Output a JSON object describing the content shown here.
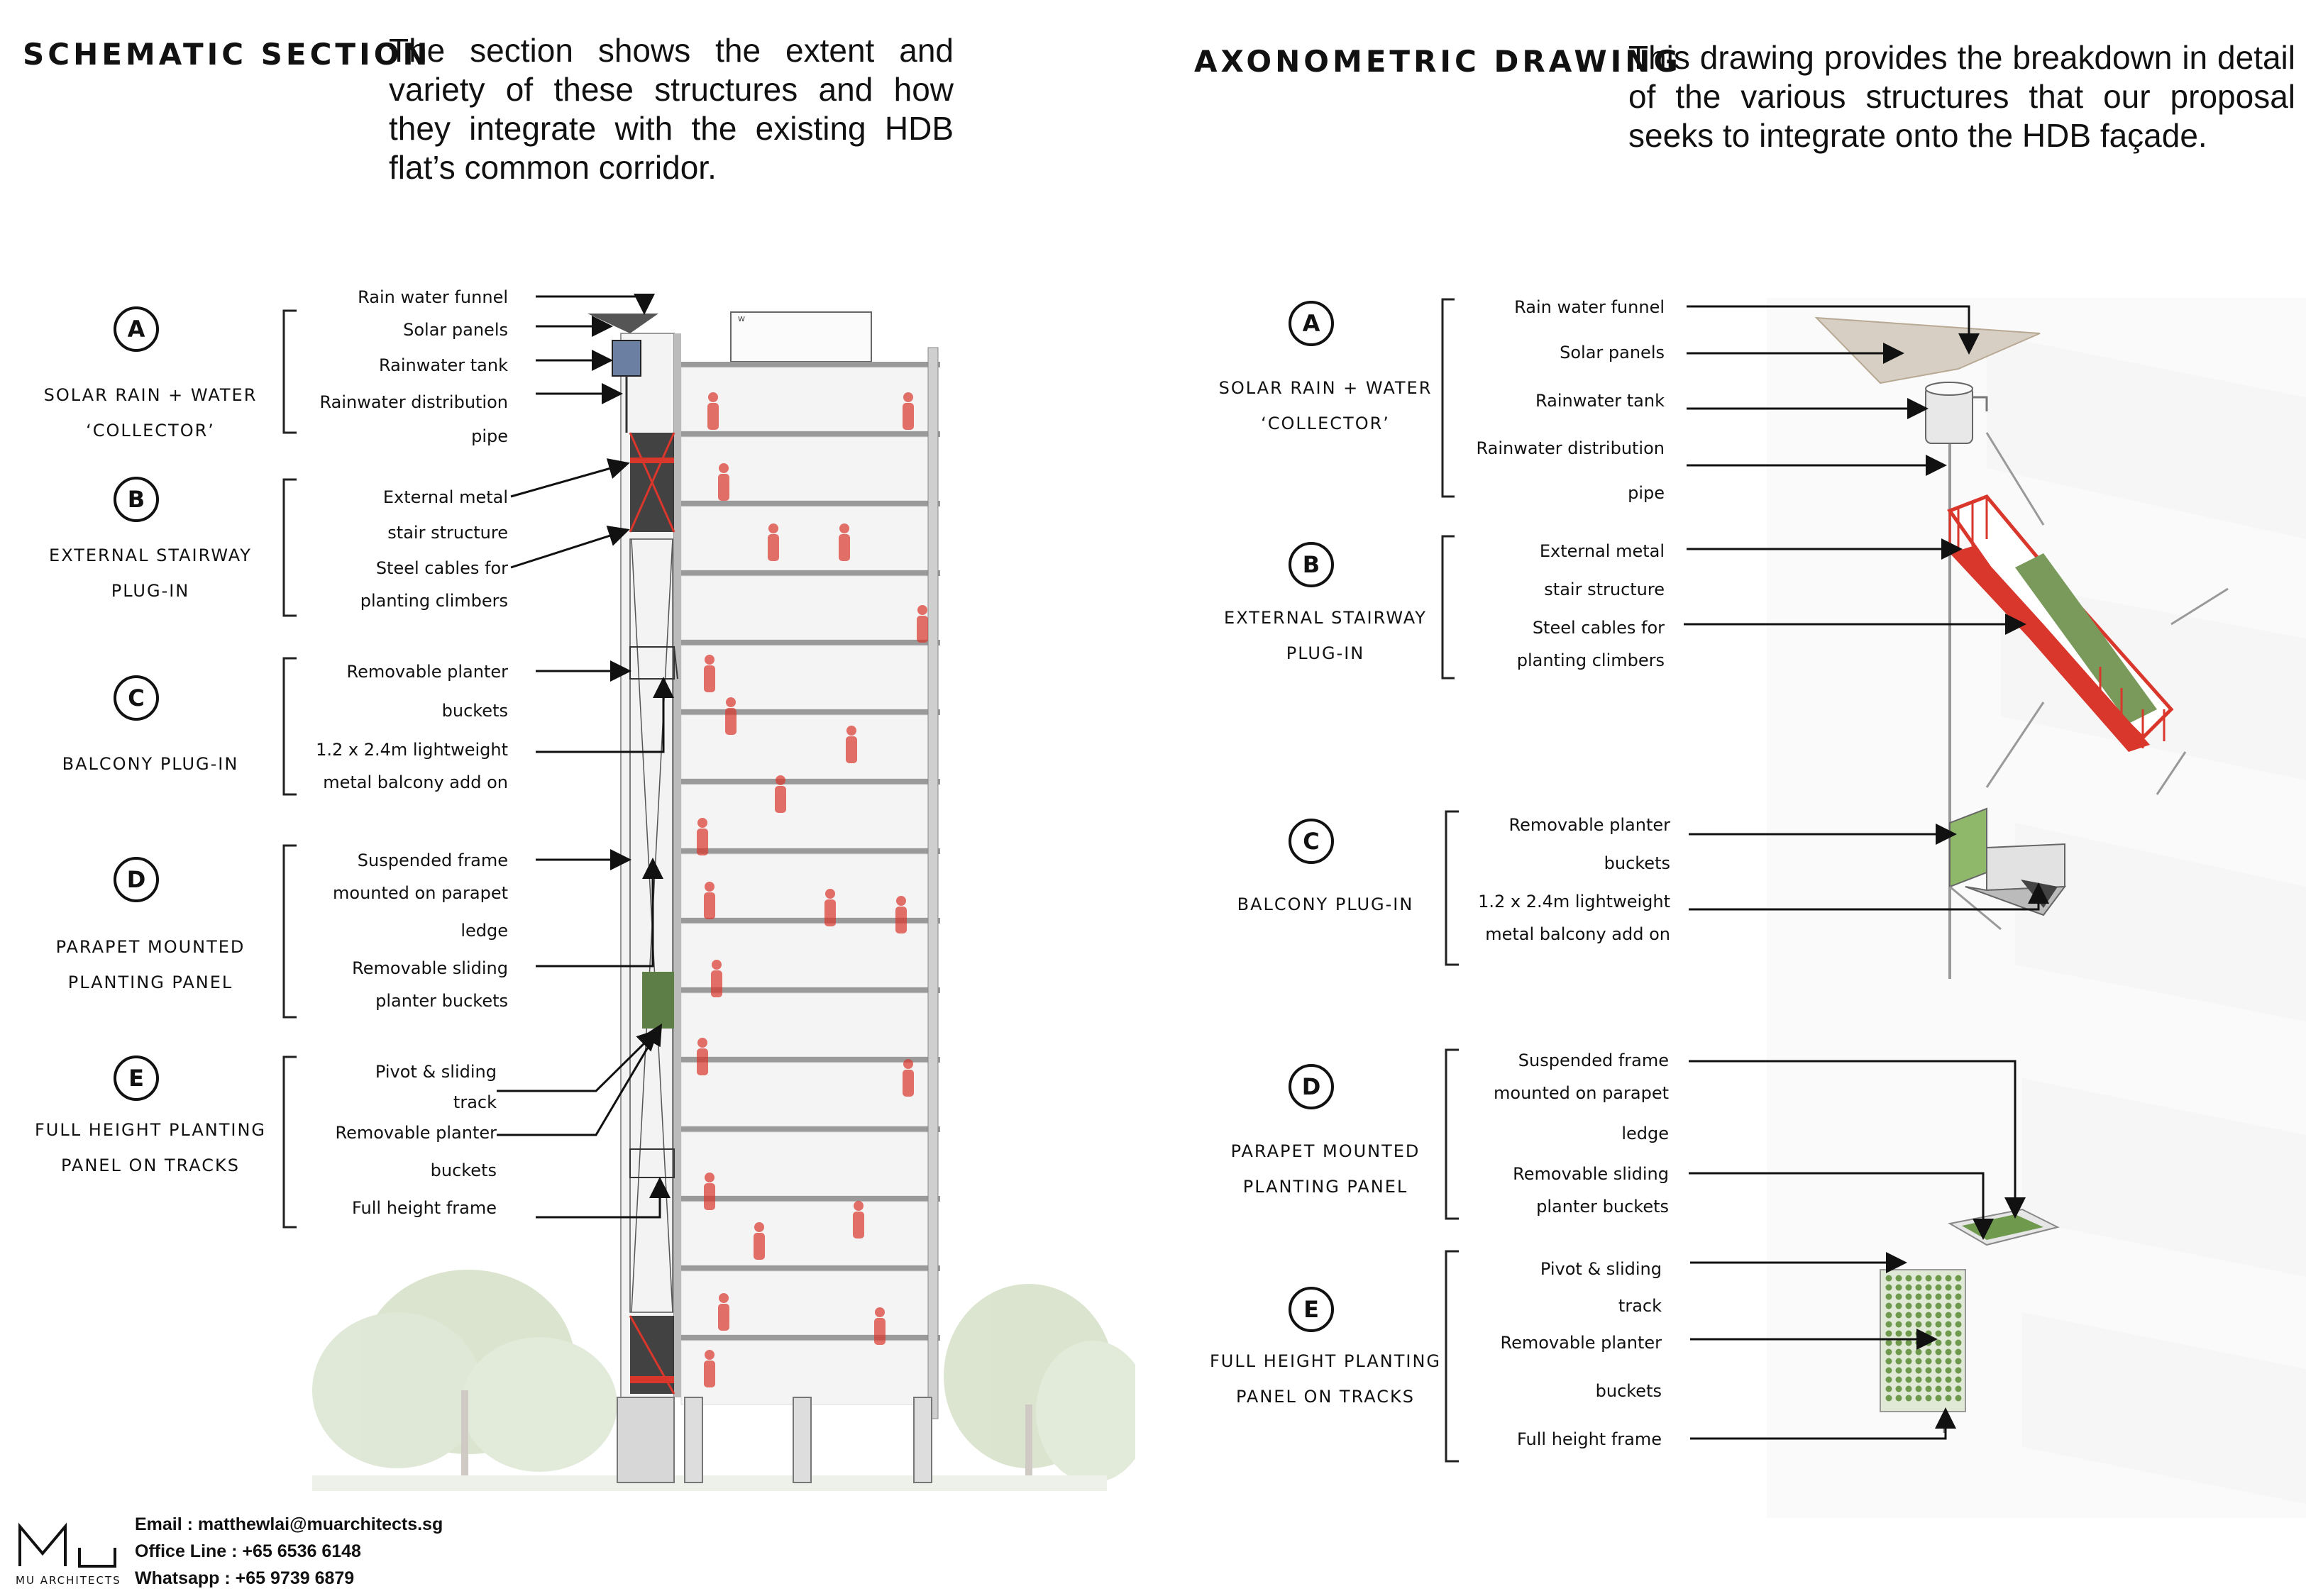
{
  "left": {
    "title": "SCHEMATIC SECTION",
    "colon": ":",
    "description": "The section shows the extent and variety of these structures and how they integrate with the existing HDB flat’s common corridor.",
    "categories": [
      {
        "letter": "A",
        "name": "SOLAR RAIN + WATER ‘COLLECTOR’"
      },
      {
        "letter": "B",
        "name": "EXTERNAL STAIRWAY PLUG-IN"
      },
      {
        "letter": "C",
        "name": "BALCONY PLUG-IN"
      },
      {
        "letter": "D",
        "name": "PARAPET MOUNTED PLANTING PANEL"
      },
      {
        "letter": "E",
        "name": "FULL HEIGHT PLANTING PANEL ON TRACKS"
      }
    ],
    "labels": [
      [
        "Rain water funnel",
        "Solar panels",
        "Rainwater tank",
        "Rainwater distribution",
        "pipe"
      ],
      [
        "External metal",
        "stair structure",
        "Steel cables for",
        "planting climbers"
      ],
      [
        "Removable planter",
        "buckets",
        "1.2 x 2.4m lightweight",
        "metal balcony add on"
      ],
      [
        "Suspended frame",
        "mounted on parapet",
        "ledge",
        "Removable sliding",
        "planter buckets"
      ],
      [
        "Pivot & sliding",
        "track",
        "Removable planter",
        "buckets",
        "Full height frame"
      ]
    ],
    "sign_letter": "W"
  },
  "right": {
    "title": "AXONOMETRIC DRAWING",
    "colon": ":",
    "description": "This drawing provides the breakdown in detail of the various structures that our proposal seeks to integrate onto the HDB façade.",
    "categories": [
      {
        "letter": "A",
        "name": "SOLAR RAIN + WATER ‘COLLECTOR’"
      },
      {
        "letter": "B",
        "name": "EXTERNAL STAIRWAY PLUG-IN"
      },
      {
        "letter": "C",
        "name": "BALCONY PLUG-IN"
      },
      {
        "letter": "D",
        "name": "PARAPET MOUNTED PLANTING PANEL"
      },
      {
        "letter": "E",
        "name": "FULL HEIGHT PLANTING PANEL ON TRACKS"
      }
    ],
    "labels": [
      [
        "Rain water funnel",
        "Solar panels",
        "Rainwater tank",
        "Rainwater distribution",
        "pipe"
      ],
      [
        "External metal",
        "stair structure",
        "Steel cables for",
        "planting climbers"
      ],
      [
        "Removable planter",
        "buckets",
        "1.2 x 2.4m lightweight",
        "metal balcony add on"
      ],
      [
        "Suspended frame",
        "mounted on parapet",
        "ledge",
        "Removable sliding",
        "planter buckets"
      ],
      [
        "Pivot & sliding",
        "track",
        "Removable planter",
        "buckets",
        "Full height frame"
      ]
    ]
  },
  "footer": {
    "logo_letters": "MU",
    "logo_caption": "MU ARCHITECTS",
    "email": "Email : matthewlai@muarchitects.sg",
    "office": "Office Line : +65 6536 6148",
    "whatsapp": "Whatsapp : +65 9739 6879"
  },
  "colors": {
    "accent_red": "#d9362c",
    "planter_green": "#6f9a4e",
    "text": "#111111",
    "frame_grey": "#8c8c8c"
  }
}
